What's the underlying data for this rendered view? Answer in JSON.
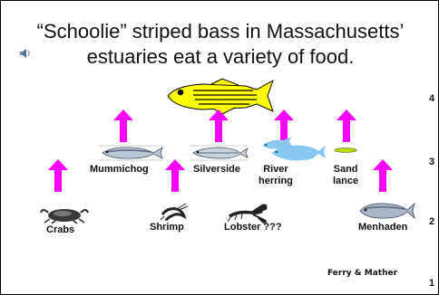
{
  "slide": {
    "title_line1": "“Schoolie” striped bass in Massachusetts’",
    "title_line2": "estuaries eat a variety of food.",
    "levels": [
      "4",
      "3",
      "2",
      "1"
    ],
    "prey": {
      "mummichog": "Mummichog",
      "silverside": "Silverside",
      "river_herring_1": "River",
      "river_herring_2": "herring",
      "sand_lance_1": "Sand",
      "sand_lance_2": "lance",
      "crabs": "Crabs",
      "shrimp": "Shrimp",
      "lobster": "Lobster ???",
      "menhaden": "Menhaden"
    },
    "credit": "Ferry & Mather",
    "colors": {
      "arrow": "#ff00ff",
      "bass_body": "#ffff00",
      "herring": "#88c8f0",
      "sand_lance": "#b8d800"
    }
  }
}
